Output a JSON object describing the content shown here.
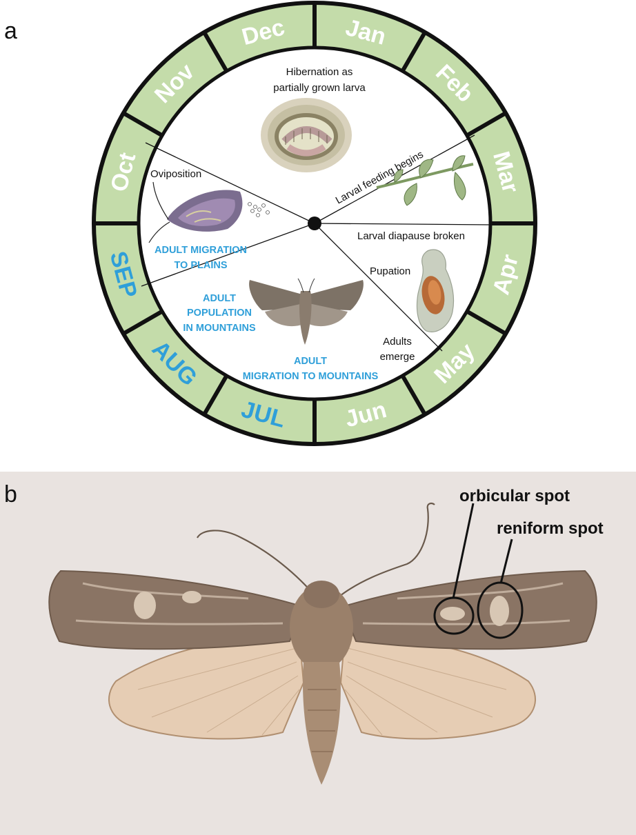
{
  "panel_a": {
    "letter": "a",
    "months": [
      {
        "label": "Jan",
        "angle": 15,
        "highlight": false
      },
      {
        "label": "Feb",
        "angle": 45,
        "highlight": false
      },
      {
        "label": "Mar",
        "angle": 75,
        "highlight": false
      },
      {
        "label": "Apr",
        "angle": 105,
        "highlight": false
      },
      {
        "label": "May",
        "angle": 135,
        "highlight": false
      },
      {
        "label": "Jun",
        "angle": 165,
        "highlight": false
      },
      {
        "label": "JUL",
        "angle": 195,
        "highlight": true
      },
      {
        "label": "AUG",
        "angle": 225,
        "highlight": true
      },
      {
        "label": "SEP",
        "angle": 255,
        "highlight": true
      },
      {
        "label": "Oct",
        "angle": 285,
        "highlight": false
      },
      {
        "label": "Nov",
        "angle": 315,
        "highlight": false
      },
      {
        "label": "Dec",
        "angle": 345,
        "highlight": false
      }
    ],
    "events": {
      "hibernation_line1": "Hibernation as",
      "hibernation_line2": "partially grown larva",
      "larval_feeding": "Larval feeding begins",
      "diapause_broken": "Larval diapause broken",
      "pupation": "Pupation",
      "adults_emerge_line1": "Adults",
      "adults_emerge_line2": "emerge",
      "oviposition": "Oviposition"
    },
    "migrations": {
      "to_plains_line1": "ADULT MIGRATION",
      "to_plains_line2": "TO PLAINS",
      "mountains_pop_line1": "ADULT",
      "mountains_pop_line2": "POPULATION",
      "mountains_pop_line3": "IN MOUNTAINS",
      "to_mountains_line1": "ADULT",
      "to_mountains_line2": "MIGRATION TO MOUNTAINS"
    },
    "illustrations": [
      "larva-icon",
      "host-plant-icon",
      "pupa-icon",
      "moth-resting-icon",
      "moth-flying-icon"
    ],
    "colors": {
      "ring_fill": "#c4dcaa",
      "ring_stroke": "#111111",
      "month_text": "#ffffff",
      "month_highlight": "#2f9fd9",
      "migration_text": "#2f9fd9"
    }
  },
  "panel_b": {
    "letter": "b",
    "callouts": {
      "orbicular": "orbicular spot",
      "reniform": "reniform spot"
    },
    "photo": "moth-specimen-photo",
    "colors": {
      "background": "#ece6e3",
      "forewing": "#8a7464",
      "hindwing": "#e6cdb4",
      "body": "#9a806a"
    }
  }
}
